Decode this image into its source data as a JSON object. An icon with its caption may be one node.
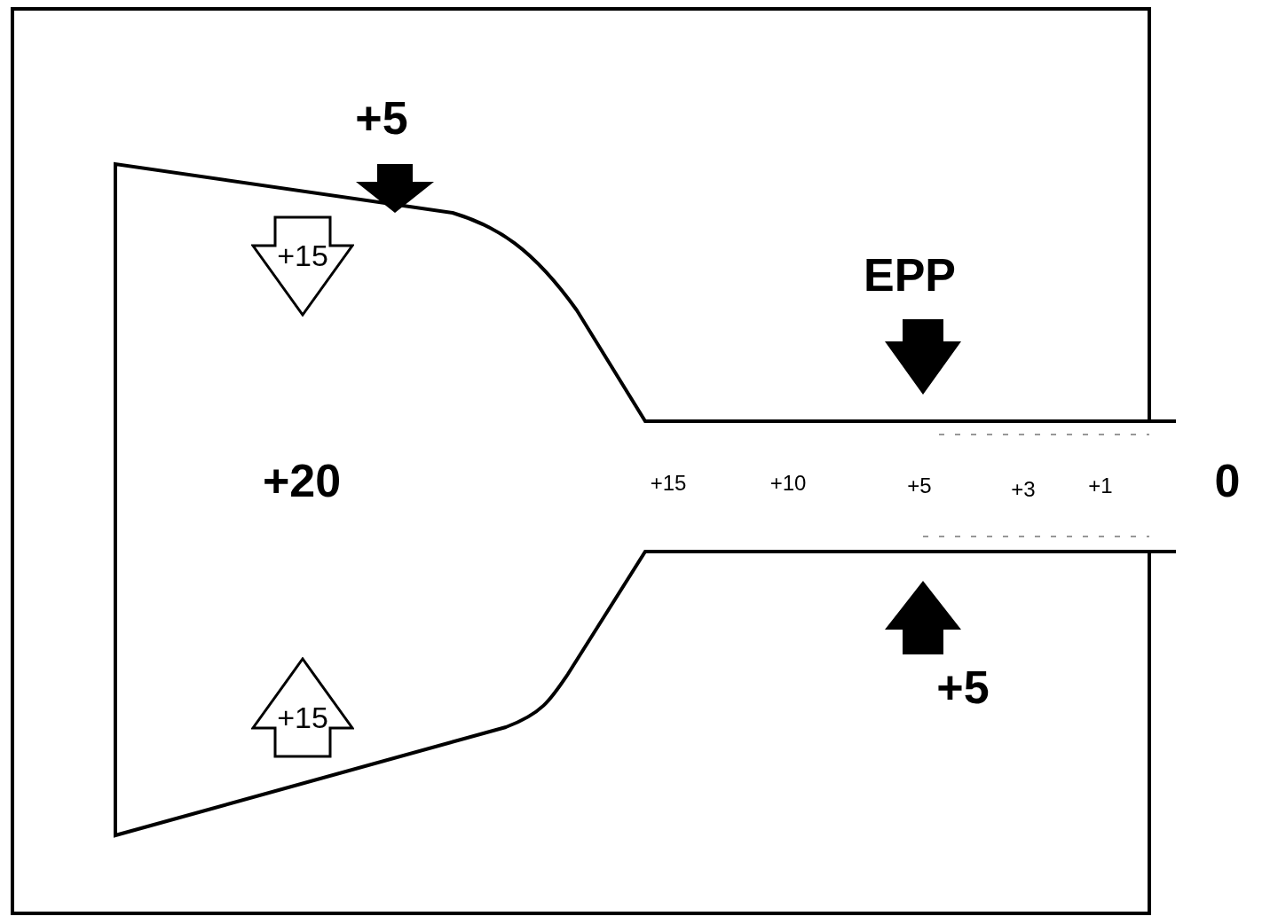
{
  "diagram": {
    "nodes": [
      {
        "text": [
          "+15"
        ]
      },
      {
        "text": [
          "+15"
        ]
      }
    ],
    "labels": [
      "+5",
      "EPP",
      "+20",
      "+15",
      "+10",
      "+5",
      "+3",
      "+1",
      "0",
      "+5"
    ]
  }
}
